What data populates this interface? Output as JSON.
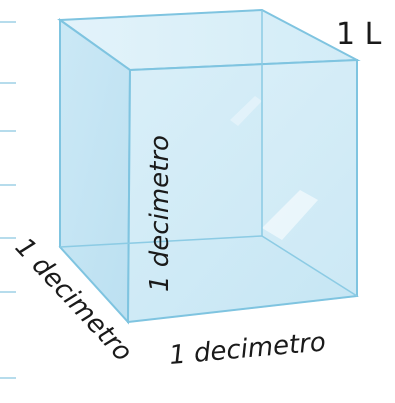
{
  "diagram": {
    "volume_label": "1 L",
    "edge_height_label": "1 decimetro",
    "edge_depth_label": "1 decimetro",
    "edge_width_label": "1 decimetro",
    "colors": {
      "cube_face": "#bfe3f2",
      "cube_edge": "#7fc4e0",
      "page_lines": "#9ed0e6",
      "text": "#1a1a1a"
    }
  }
}
